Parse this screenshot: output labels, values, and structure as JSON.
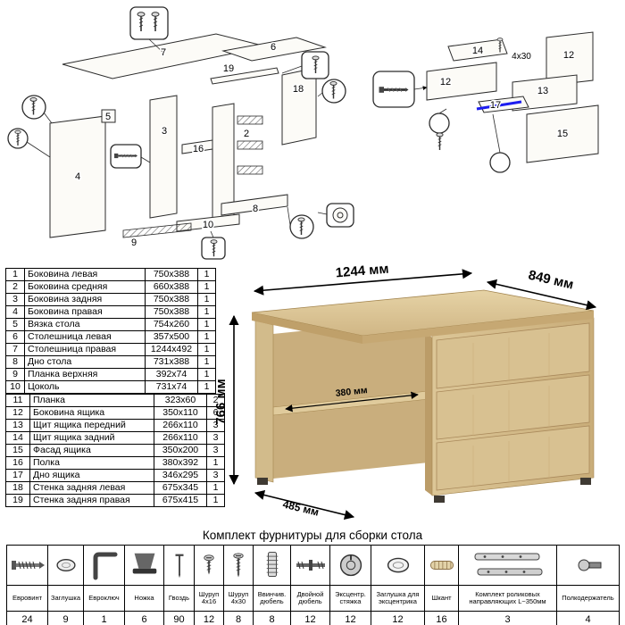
{
  "exploded": {
    "left": {
      "p1_note": "",
      "p7": "7",
      "p6": "6",
      "p19": "19",
      "p18": "18",
      "p5": "5",
      "p3": "3",
      "p16": "16",
      "p2": "2",
      "p8": "8",
      "p10": "10",
      "p4": "4",
      "p9": "9"
    },
    "right": {
      "p14": "14",
      "p12a": "12",
      "p12b": "12",
      "p13": "13",
      "p17": "17",
      "p15": "15",
      "note": "4x30"
    }
  },
  "parts": [
    {
      "num": "1",
      "name": "Боковина левая",
      "size": "750x388",
      "qty": "1"
    },
    {
      "num": "2",
      "name": "Боковина средняя",
      "size": "660x388",
      "qty": "1"
    },
    {
      "num": "3",
      "name": "Боковина задняя",
      "size": "750x388",
      "qty": "1"
    },
    {
      "num": "4",
      "name": "Боковина правая",
      "size": "750x388",
      "qty": "1"
    },
    {
      "num": "5",
      "name": "Вязка стола",
      "size": "754x260",
      "qty": "1"
    },
    {
      "num": "6",
      "name": "Столешница левая",
      "size": "357x500",
      "qty": "1"
    },
    {
      "num": "7",
      "name": "Столешница правая",
      "size": "1244x492",
      "qty": "1"
    },
    {
      "num": "8",
      "name": "Дно стола",
      "size": "731x388",
      "qty": "1"
    },
    {
      "num": "9",
      "name": "Планка верхняя",
      "size": "392x74",
      "qty": "1"
    },
    {
      "num": "10",
      "name": "Цоколь",
      "size": "731x74",
      "qty": "1"
    },
    {
      "num": "11",
      "name": "Планка",
      "size": "323x60",
      "qty": "2"
    },
    {
      "num": "12",
      "name": "Боковина ящика",
      "size": "350x110",
      "qty": "6"
    },
    {
      "num": "13",
      "name": "Щит ящика передний",
      "size": "266x110",
      "qty": "3"
    },
    {
      "num": "14",
      "name": "Щит ящика задний",
      "size": "266x110",
      "qty": "3"
    },
    {
      "num": "15",
      "name": "Фасад ящика",
      "size": "350x200",
      "qty": "3"
    },
    {
      "num": "16",
      "name": "Полка",
      "size": "380x392",
      "qty": "1"
    },
    {
      "num": "17",
      "name": "Дно ящика",
      "size": "346x295",
      "qty": "3"
    },
    {
      "num": "18",
      "name": "Стенка задняя левая",
      "size": "675x345",
      "qty": "1"
    },
    {
      "num": "19",
      "name": "Стенка задняя правая",
      "size": "675x415",
      "qty": "1"
    }
  ],
  "desk": {
    "width": "1244 мм",
    "depth": "849 мм",
    "height": "766 мм",
    "shelf_depth": "380 мм",
    "side_depth": "485 мм"
  },
  "colors": {
    "wood": "#d6c092",
    "rail_highlight": "#1d1df0"
  },
  "hardware": {
    "title": "Комплект фурнитуры для сборки стола",
    "items": [
      {
        "name": "Евровинт",
        "qty": "24"
      },
      {
        "name": "Заглушка",
        "qty": "9"
      },
      {
        "name": "Евроключ",
        "qty": "1"
      },
      {
        "name": "Ножка",
        "qty": "6"
      },
      {
        "name": "Гвоздь",
        "qty": "90"
      },
      {
        "name": "Шуруп 4x16",
        "qty": "12"
      },
      {
        "name": "Шуруп 4x30",
        "qty": "8"
      },
      {
        "name": "Ввинчив. дюбель",
        "qty": "8"
      },
      {
        "name": "Двойной дюбель",
        "qty": "12"
      },
      {
        "name": "Эксцентр. стяжка",
        "qty": "12"
      },
      {
        "name": "Заглушка для эксцентрика",
        "qty": "12"
      },
      {
        "name": "Шкант",
        "qty": "16"
      },
      {
        "name": "Комплект роликовых направляющих L~350мм",
        "qty": "3"
      },
      {
        "name": "Полкодержатель",
        "qty": "4"
      }
    ]
  }
}
